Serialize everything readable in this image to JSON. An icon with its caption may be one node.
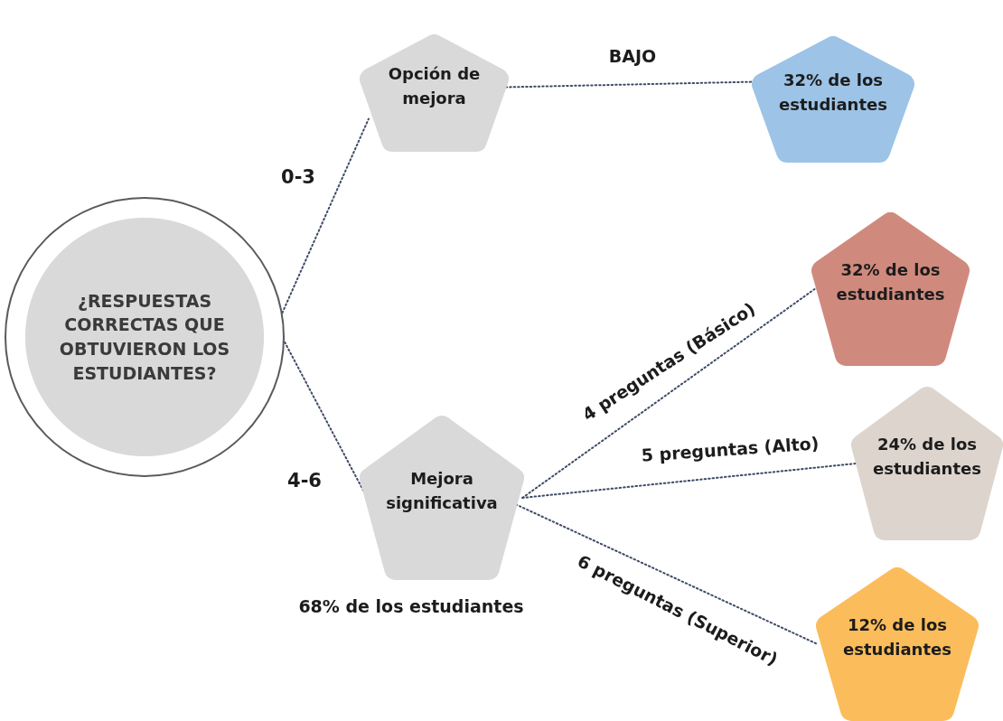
{
  "diagram": {
    "nodes": [
      {
        "text": [
          "¿RESPUESTAS CORRECTAS QUE OBTUVIERON LOS ESTUDIANTES?"
        ]
      },
      {
        "text": [
          "Opción de mejora"
        ]
      },
      {
        "text": [
          "32% de los estudiantes"
        ]
      },
      {
        "text": [
          "32% de los estudiantes"
        ]
      },
      {
        "text": [
          "24% de los estudiantes"
        ]
      },
      {
        "text": [
          "12% de los estudiantes"
        ]
      },
      {
        "text": [
          "Mejora significativa"
        ],
        "beside": [
          "68% de los estudiantes"
        ]
      }
    ],
    "edges": [
      {
        "from": 0,
        "to": 1,
        "arrow": "none",
        "label": "0-3"
      },
      {
        "from": 0,
        "to": 6,
        "arrow": "none",
        "label": "4-6"
      },
      {
        "from": 1,
        "to": 2,
        "arrow": "none",
        "label": "BAJO"
      },
      {
        "from": 6,
        "to": 3,
        "arrow": "none",
        "label": "4 preguntas (Básico)"
      },
      {
        "from": 6,
        "to": 4,
        "arrow": "none",
        "label": "5 preguntas (Alto)"
      },
      {
        "from": 6,
        "to": 5,
        "arrow": "none",
        "label": "6 preguntas (Superior)"
      }
    ]
  }
}
